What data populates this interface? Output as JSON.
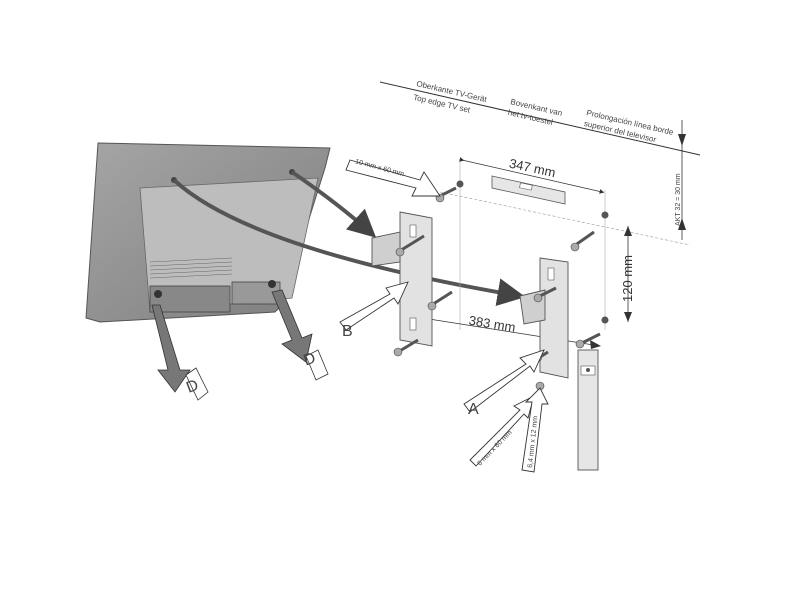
{
  "header_columns": [
    {
      "line1": "Oberkante TV-Gerät",
      "line2": "Top edge TV set"
    },
    {
      "line1": "Bovenkant van",
      "line2": "het tv-toestel"
    },
    {
      "line1": "Prolongación línea borde",
      "line2": "superior del televisor"
    }
  ],
  "dimensions": {
    "width_top": "347 mm",
    "width_bottom": "383 mm",
    "height_right": "120 mm",
    "vertical_offset": "AKT 32 = 30 mm"
  },
  "callouts": {
    "screw_top": "10 mm x 60 mm",
    "screw_bottom_a": "6 mm x 60 mm",
    "screw_bottom_b": "6,4 mm x 12 mm",
    "label_a": "A",
    "label_b": "B",
    "label_d": "D"
  },
  "colors": {
    "ink": "#333333",
    "tv_body": "#9a9a9a",
    "bracket": "#d9d9d9",
    "arrow_dark": "#555555"
  }
}
